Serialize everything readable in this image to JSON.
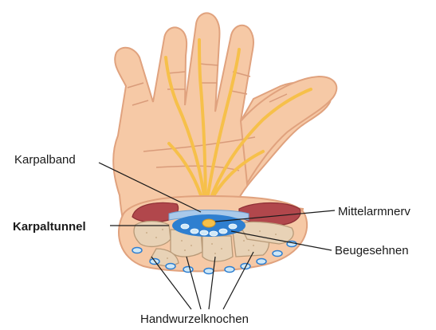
{
  "labels": {
    "karpalband": "Karpalband",
    "karpaltunnel": "Karpaltunnel",
    "mittelarmnerv": "Mittelarmnerv",
    "beugesehnen": "Beugesehnen",
    "handwurzelknochen": "Handwurzelknochen"
  },
  "colors": {
    "skin": "#f6c9a6",
    "skin_outline": "#e0a27e",
    "nerve": "#f6c04a",
    "muscle": "#b1474c",
    "bone": "#e8d2b6",
    "tunnel_blue": "#2f7fd0",
    "tendon_light": "#cfe8f7"
  }
}
